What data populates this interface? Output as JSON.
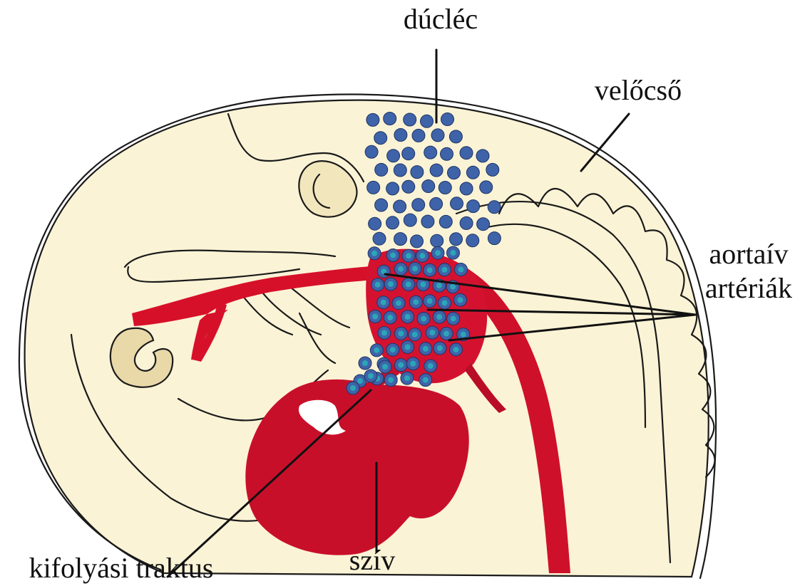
{
  "labels": {
    "neural_crest": "dúcléc",
    "neural_tube": "velőcső",
    "aortic_arch_line1": "aortaív",
    "aortic_arch_line2": "artériák",
    "outflow_tract": "kifolyási traktus",
    "heart": "szív"
  },
  "colors": {
    "embryo_fill": "#fbf3d6",
    "vessel_red": "#d7102a",
    "heart_red": "#c80f2a",
    "crest_cell": "#3f63a8",
    "crest_cell_inner": "#2aa6b8",
    "eye_fill": "#e9d9a8",
    "outline": "#1a1a1a"
  }
}
